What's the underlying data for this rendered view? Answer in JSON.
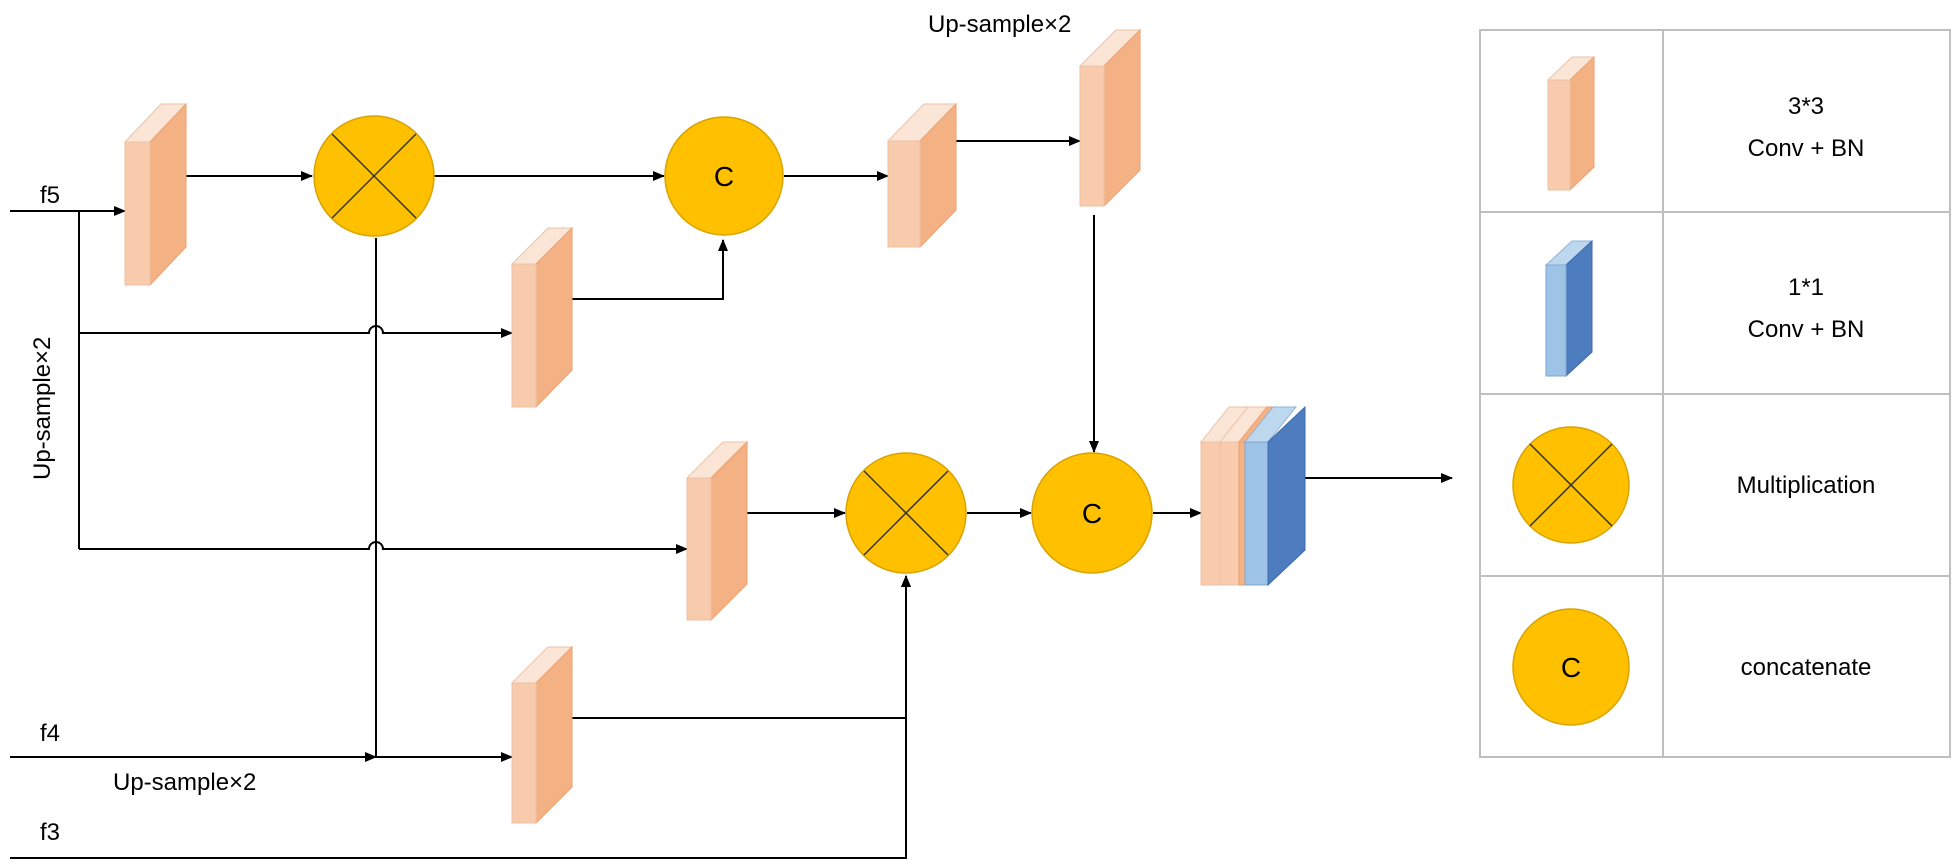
{
  "colors": {
    "conv_front": "#F8CBAD",
    "conv_side": "#F4B183",
    "conv_top": "#FBE5D6",
    "conv11_front": "#9DC3E6",
    "conv11_side": "#4E7DBF",
    "conv11_top": "#BDD7EE",
    "op_fill": "#FFC000",
    "op_stroke": "#D9A300",
    "legend_border": "#BFBFBF"
  },
  "inputs": {
    "f5": "f5",
    "f4": "f4",
    "f3": "f3"
  },
  "labels": {
    "upsample_top": "Up-sample×2",
    "upsample_left": "Up-sample×2",
    "upsample_bottom": "Up-sample×2"
  },
  "nodes": {
    "concat_symbol": "C"
  },
  "legend": {
    "rows": [
      {
        "icon": "conv3x3-block-icon",
        "line1": "3*3",
        "line2": "Conv + BN"
      },
      {
        "icon": "conv1x1-block-icon",
        "line1": "1*1",
        "line2": "Conv + BN"
      },
      {
        "icon": "multiplication-icon",
        "line1": "Multiplication"
      },
      {
        "icon": "concatenate-icon",
        "symbol": "C",
        "line1": "concatenate"
      }
    ]
  }
}
